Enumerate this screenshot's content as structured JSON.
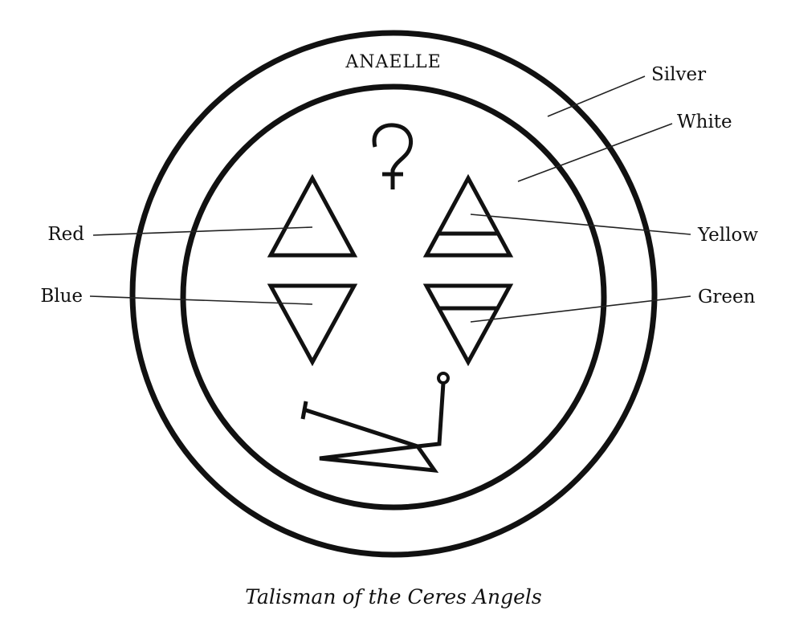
{
  "diagram": {
    "ring_name": "ANAELLE",
    "labels": {
      "silver": "Silver",
      "white": "White",
      "red": "Red",
      "blue": "Blue",
      "yellow": "Yellow",
      "green": "Green"
    },
    "caption": "Talisman of the Ceres Angels",
    "symbols": {
      "top_glyph": "ceres-symbol",
      "triangles": [
        "fire-triangle",
        "air-triangle",
        "water-triangle",
        "earth-triangle"
      ],
      "bottom_glyph": "angel-sigil"
    },
    "ink_color": "#111111",
    "background_color": "#ffffff"
  }
}
